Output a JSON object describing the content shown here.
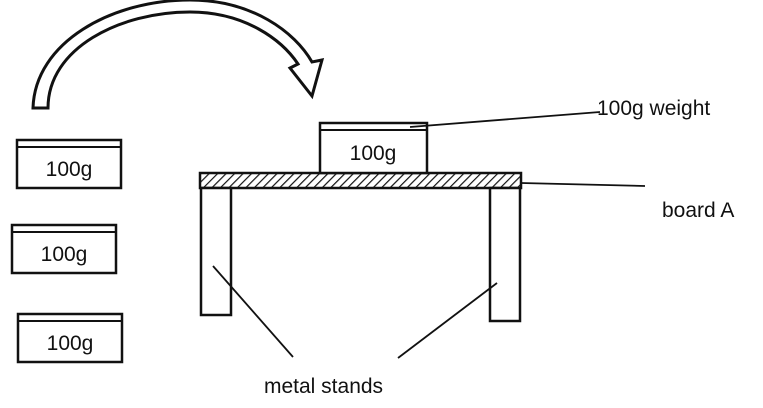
{
  "weights": {
    "stack_1_label": "100g",
    "stack_2_label": "100g",
    "stack_3_label": "100g",
    "on_board_label": "100g"
  },
  "labels": {
    "weight": "100g weight",
    "board": "board A",
    "stands": "metal stands"
  },
  "colors": {
    "ink": "#111111",
    "paper": "#ffffff"
  }
}
